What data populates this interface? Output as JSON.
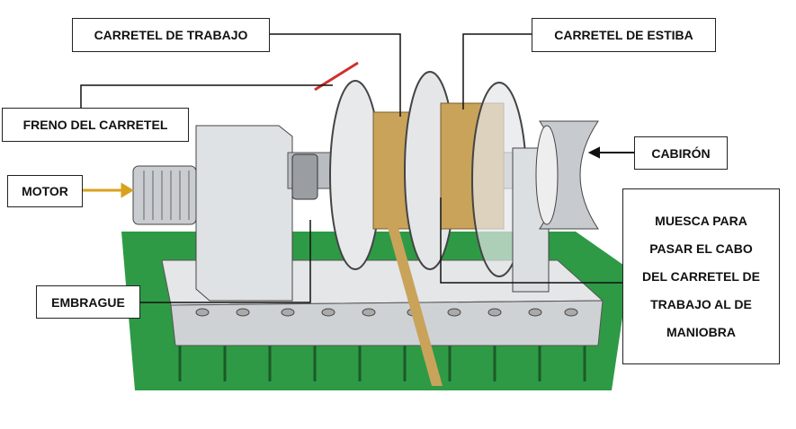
{
  "labels": {
    "working_drum": "CARRETEL DE TRABAJO",
    "storage_drum": "CARRETEL DE ESTIBA",
    "drum_brake": "FRENO DEL CARRETEL",
    "capstan": "CABIRÓN",
    "motor": "MOTOR",
    "clutch": "EMBRAGUE",
    "notch_lines": [
      "MUESCA PARA",
      "PASAR EL CABO",
      "DEL CARRETEL DE",
      "TRABAJO AL DE",
      "MANIOBRA"
    ]
  },
  "colors": {
    "base_green": "#2e9a45",
    "metal": "#d6d9dc",
    "rope": "#c9a35a",
    "arrow": "#d8a21c",
    "brake_lever": "#d0302a"
  }
}
